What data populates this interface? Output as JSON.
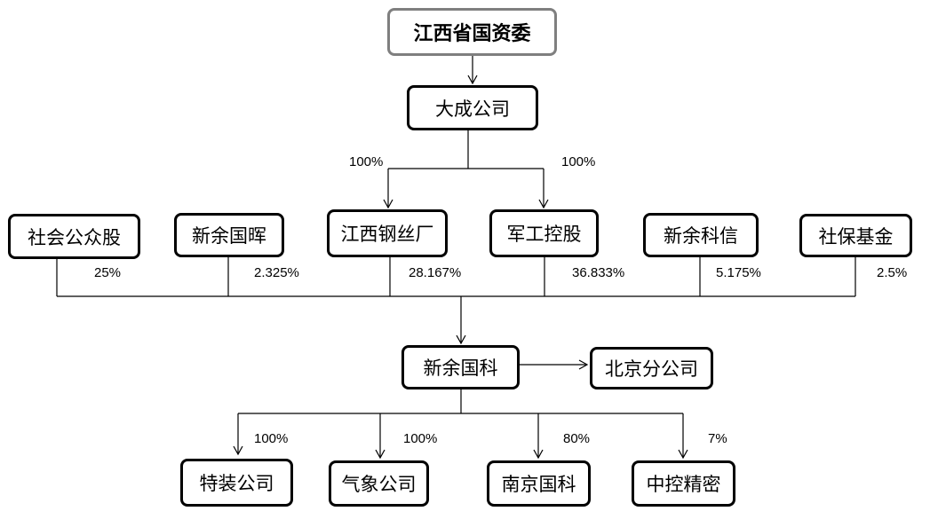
{
  "nodes": {
    "root": "江西省国资委",
    "dacheng": "大成公司",
    "jiangxi_steel": "江西钢丝厂",
    "military": "军工控股",
    "public": "社会公众股",
    "xinyu_guohui": "新余国晖",
    "xinyu_kexin": "新余科信",
    "social_security": "社保基金",
    "xinyu_guoke": "新余国科",
    "beijing_branch": "北京分公司",
    "tezhuang": "特装公司",
    "qixiang": "气象公司",
    "nanjing_guoke": "南京国科",
    "zhongkong": "中控精密"
  },
  "percentages": {
    "dacheng_to_jiangxi_steel": "100%",
    "dacheng_to_military": "100%",
    "public": "25%",
    "xinyu_guohui": "2.325%",
    "jiangxi_steel": "28.167%",
    "military": "36.833%",
    "xinyu_kexin": "5.175%",
    "social_security": "2.5%",
    "tezhuang": "100%",
    "qixiang": "100%",
    "nanjing_guoke": "80%",
    "zhongkong": "7%"
  }
}
